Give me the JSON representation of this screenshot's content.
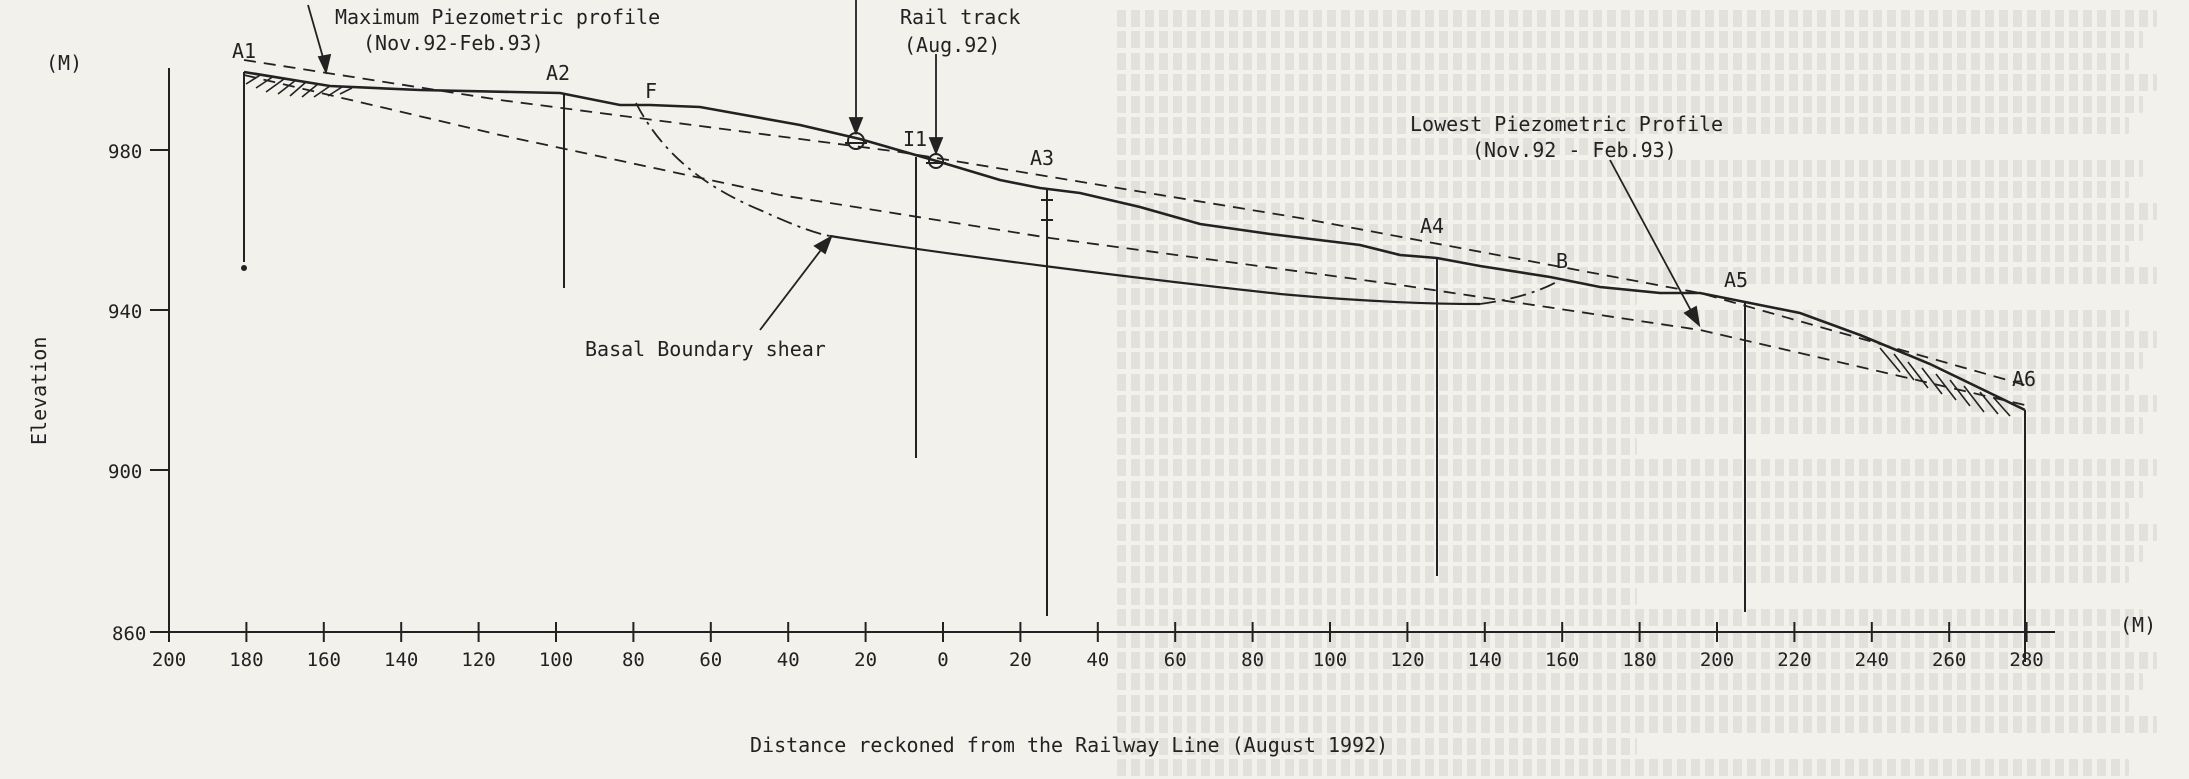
{
  "figure": {
    "y_unit": "(M)",
    "x_unit": "(M)",
    "ylabel": "Elevation",
    "xlabel": "Distance reckoned from the Railway Line (August 1992)",
    "y_ticks": [
      "980",
      "940",
      "900",
      "860"
    ],
    "x_ticks": [
      "200",
      "180",
      "160",
      "140",
      "120",
      "100",
      "80",
      "60",
      "40",
      "20",
      "0",
      "20",
      "40",
      "60",
      "80",
      "100",
      "120",
      "140",
      "160",
      "180",
      "200",
      "220",
      "240",
      "260",
      "280"
    ]
  },
  "boreholes": {
    "A1": "A1",
    "A2": "A2",
    "A3": "A3",
    "A4": "A4",
    "A5": "A5",
    "A6": "A6",
    "I1": "I1"
  },
  "points": {
    "F": "F",
    "B": "B"
  },
  "annotations": {
    "max_profile_line1": "Maximum Piezometric profile",
    "max_profile_line2": "(Nov.92-Feb.93)",
    "rail_track_line1": "Rail track",
    "rail_track_line2": "(Aug.92)",
    "lowest_profile_line1": "Lowest Piezometric Profile",
    "lowest_profile_line2": "(Nov.92 - Feb.93)",
    "basal_shear": "Basal Boundary shear"
  },
  "colors": {
    "ink": "#222222",
    "paper": "#f3f1ec"
  }
}
